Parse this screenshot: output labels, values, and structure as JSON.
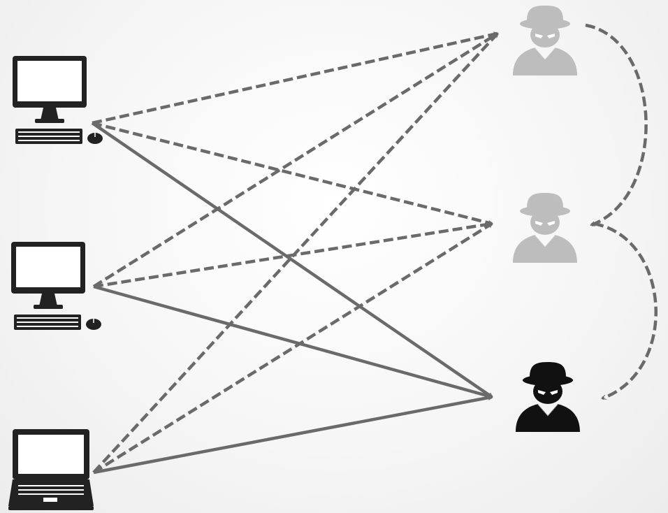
{
  "diagram": {
    "colors": {
      "edge": "#6a6a6a",
      "attacker_active": "#111111",
      "attacker_inactive": "#bdbdbd",
      "device": "#222222",
      "screen": "#ffffff"
    },
    "devices": [
      {
        "id": "desktop-1",
        "type": "desktop",
        "icon": "desktop-computer-icon"
      },
      {
        "id": "desktop-2",
        "type": "desktop",
        "icon": "desktop-computer-icon"
      },
      {
        "id": "laptop-1",
        "type": "laptop",
        "icon": "laptop-icon"
      }
    ],
    "attackers": [
      {
        "id": "attacker-1",
        "state": "inactive",
        "icon": "spy-icon"
      },
      {
        "id": "attacker-2",
        "state": "inactive",
        "icon": "spy-icon"
      },
      {
        "id": "attacker-3",
        "state": "active",
        "icon": "spy-icon"
      }
    ],
    "connections": [
      {
        "from": "desktop-1",
        "to": "attacker-1",
        "style": "dashed"
      },
      {
        "from": "desktop-1",
        "to": "attacker-2",
        "style": "dashed"
      },
      {
        "from": "desktop-1",
        "to": "attacker-3",
        "style": "solid"
      },
      {
        "from": "desktop-2",
        "to": "attacker-1",
        "style": "dashed"
      },
      {
        "from": "desktop-2",
        "to": "attacker-2",
        "style": "dashed"
      },
      {
        "from": "desktop-2",
        "to": "attacker-3",
        "style": "solid"
      },
      {
        "from": "laptop-1",
        "to": "attacker-1",
        "style": "dashed"
      },
      {
        "from": "laptop-1",
        "to": "attacker-2",
        "style": "dashed"
      },
      {
        "from": "laptop-1",
        "to": "attacker-3",
        "style": "solid"
      }
    ],
    "handoffs": [
      {
        "from": "attacker-1",
        "to": "attacker-2",
        "style": "dashed"
      },
      {
        "from": "attacker-2",
        "to": "attacker-3",
        "style": "dashed"
      }
    ]
  }
}
